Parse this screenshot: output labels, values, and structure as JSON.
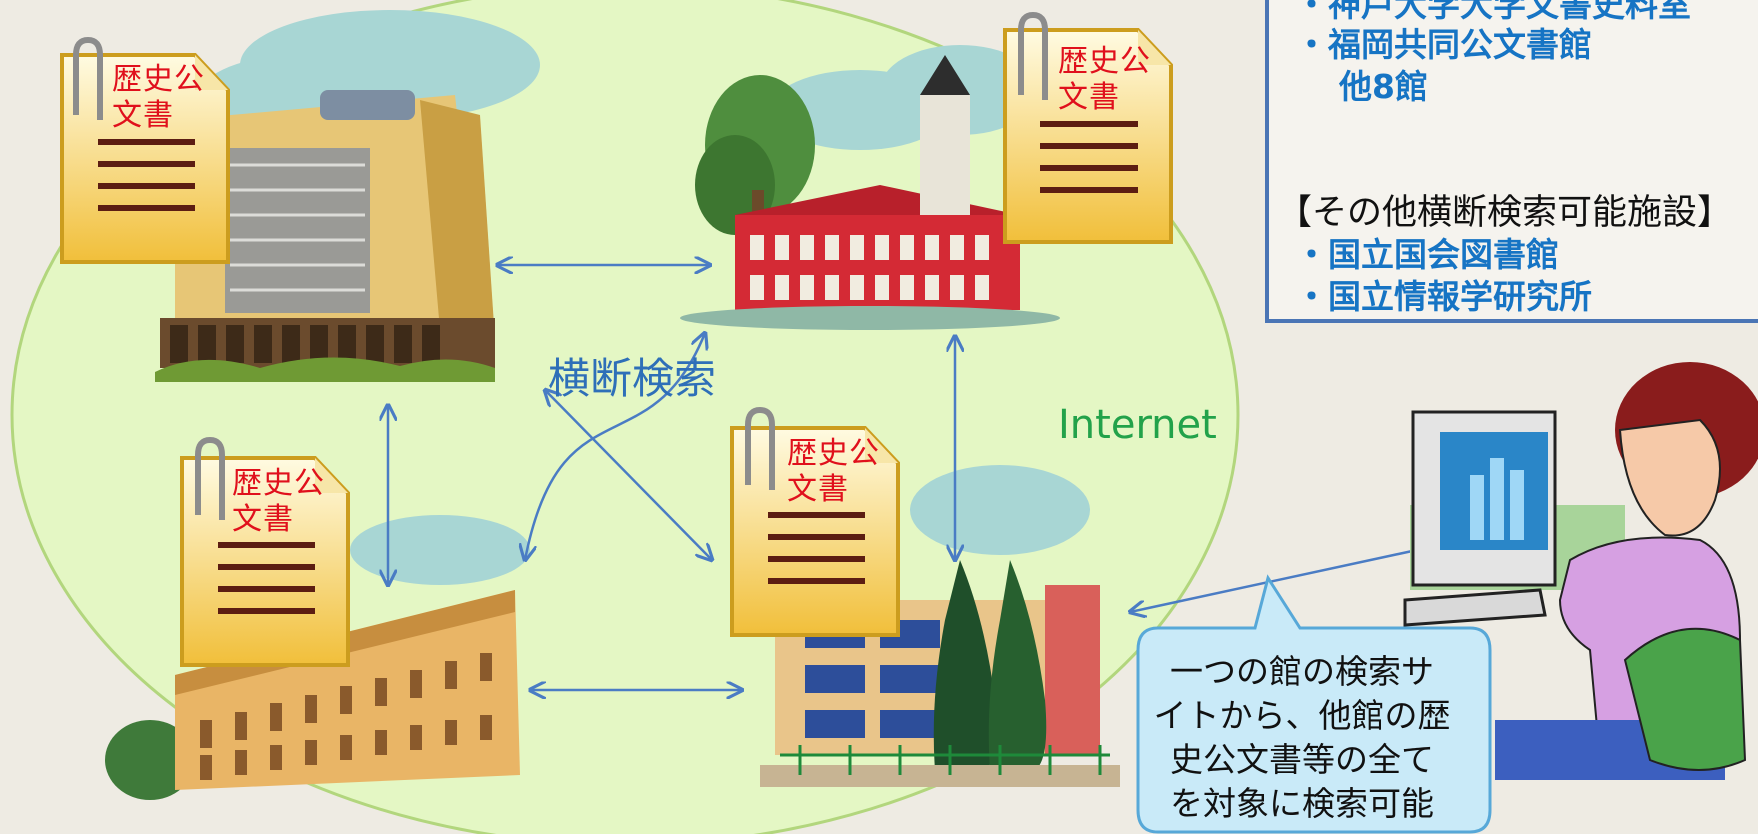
{
  "diagram": {
    "center_label": "横断検索",
    "network_label": "Internet",
    "document_label": "歴史公文書",
    "document_label_lines": [
      "歴史公",
      "文書"
    ],
    "callout": [
      "一つの館の検索サ",
      "イトから、他館の歴",
      "史公文書等の全て",
      "を対象に検索可能"
    ]
  },
  "info_box": {
    "member_lines": [
      "・神戸大学大学文書史料室",
      "・福岡共同公文書館",
      "他8館"
    ],
    "other_heading": "【その他横断検索可能施設】",
    "other_lines": [
      "・国立国会図書館",
      "・国立情報学研究所"
    ]
  },
  "colors": {
    "ellipse_fill": "#e4f7c4",
    "ellipse_stroke": "#b2d67d",
    "arrow": "#4a7cc4",
    "document_text": "#e0101c",
    "info_text": "#1674c4",
    "info_border": "#4a75b5",
    "network_text": "#22a24a",
    "callout_fill": "#c9eaf8",
    "callout_stroke": "#57a8d8"
  },
  "icons": {
    "buildings": [
      "school-building-icon",
      "town-hall-icon",
      "campus-building-icon",
      "library-building-icon"
    ],
    "documents": "paperclip-document-icon",
    "user": "woman-at-computer-icon"
  }
}
